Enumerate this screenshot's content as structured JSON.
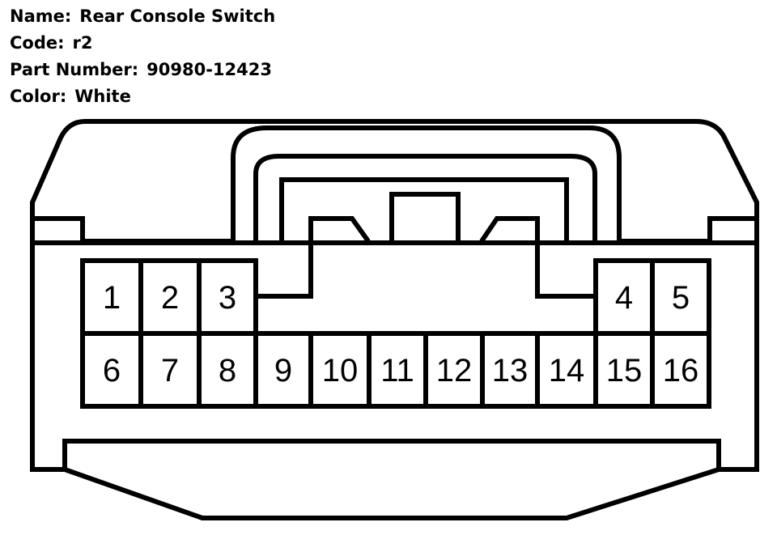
{
  "info": {
    "name_label": "Name:",
    "name_value": "Rear Console Switch",
    "code_label": "Code:",
    "code_value": "r2",
    "part_label": "Part Number:",
    "part_value": "90980-12423",
    "color_label": "Color:",
    "color_value": "White"
  },
  "pins": {
    "p1": "1",
    "p2": "2",
    "p3": "3",
    "p4": "4",
    "p5": "5",
    "p6": "6",
    "p7": "7",
    "p8": "8",
    "p9": "9",
    "p10": "10",
    "p11": "11",
    "p12": "12",
    "p13": "13",
    "p14": "14",
    "p15": "15",
    "p16": "16"
  },
  "colors": {
    "line": "#000000",
    "background": "#ffffff"
  }
}
